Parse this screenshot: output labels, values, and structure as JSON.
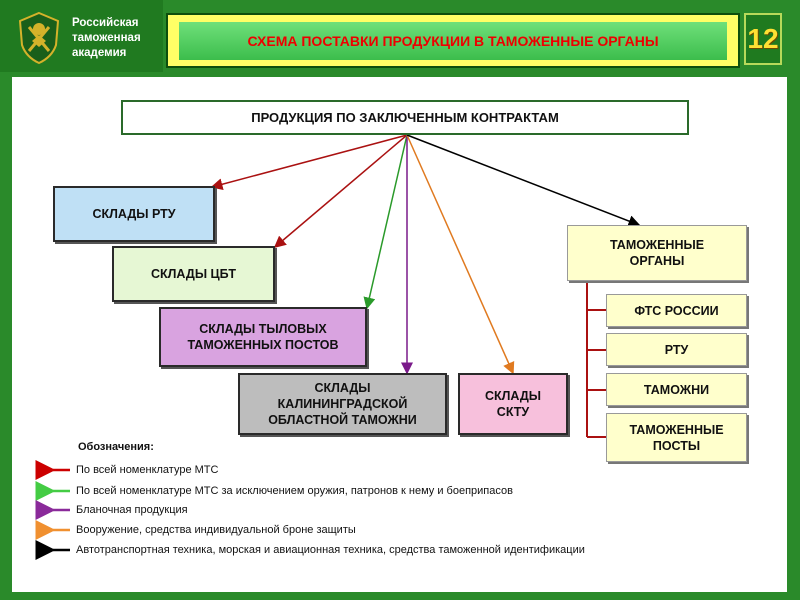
{
  "header": {
    "org_line1": "Российская",
    "org_line2": "таможенная",
    "org_line3": "академия",
    "title": "СХЕМА ПОСТАВКИ ПРОДУКЦИИ В ТАМОЖЕННЫЕ ОРГАНЫ",
    "slide_number": "12"
  },
  "nodes": {
    "source": "ПРОДУКЦИЯ ПО ЗАКЛЮЧЕННЫМ КОНТРАКТАМ",
    "rtu_warehouses": "СКЛАДЫ РТУ",
    "cbt_warehouses": "СКЛАДЫ ЦБТ",
    "rear_posts_line1": "СКЛАДЫ ТЫЛОВЫХ",
    "rear_posts_line2": "ТАМОЖЕННЫХ ПОСТОВ",
    "kaliningrad_line1": "СКЛАДЫ",
    "kaliningrad_line2": "КАЛИНИНГРАДСКОЙ",
    "kaliningrad_line3": "ОБЛАСТНОЙ ТАМОЖНИ",
    "sktu_line1": "СКЛАДЫ",
    "sktu_line2": "СКТУ",
    "customs_line1": "ТАМОЖЕННЫЕ",
    "customs_line2": "ОРГАНЫ",
    "fts": "ФТС РОССИИ",
    "rtu": "РТУ",
    "customs_houses": "ТАМОЖНИ",
    "customs_posts_line1": "ТАМОЖЕННЫЕ",
    "customs_posts_line2": "ПОСТЫ"
  },
  "legend": {
    "title": "Обозначения:",
    "items": [
      {
        "text": "По всей номенклатуре МТС",
        "color": "#cc0000"
      },
      {
        "text": "По всей номенклатуре МТС за исключением оружия, патронов к нему и боеприпасов",
        "color": "#44cc44"
      },
      {
        "text": "Бланочная продукция",
        "color": "#8a2a9a"
      },
      {
        "text": "Вооружение, средства индивидуальной броне защиты",
        "color": "#f09030"
      },
      {
        "text": "Автотранспортная техника, морская и авиационная техника, средства таможенной идентификации",
        "color": "#000000"
      }
    ]
  },
  "colors": {
    "red": "#aa1111",
    "green": "#2a9a2a",
    "purple": "#7a1a8a",
    "orange": "#e07a20",
    "black": "#000000",
    "rtu_box": "#bfe0f5",
    "cbt_box": "#e6f7d4",
    "rear_box": "#d9a3e0",
    "kaliningrad_box": "#bdbdbd",
    "sktu_box": "#f7c0dc",
    "customs_box": "#ffffcc"
  }
}
